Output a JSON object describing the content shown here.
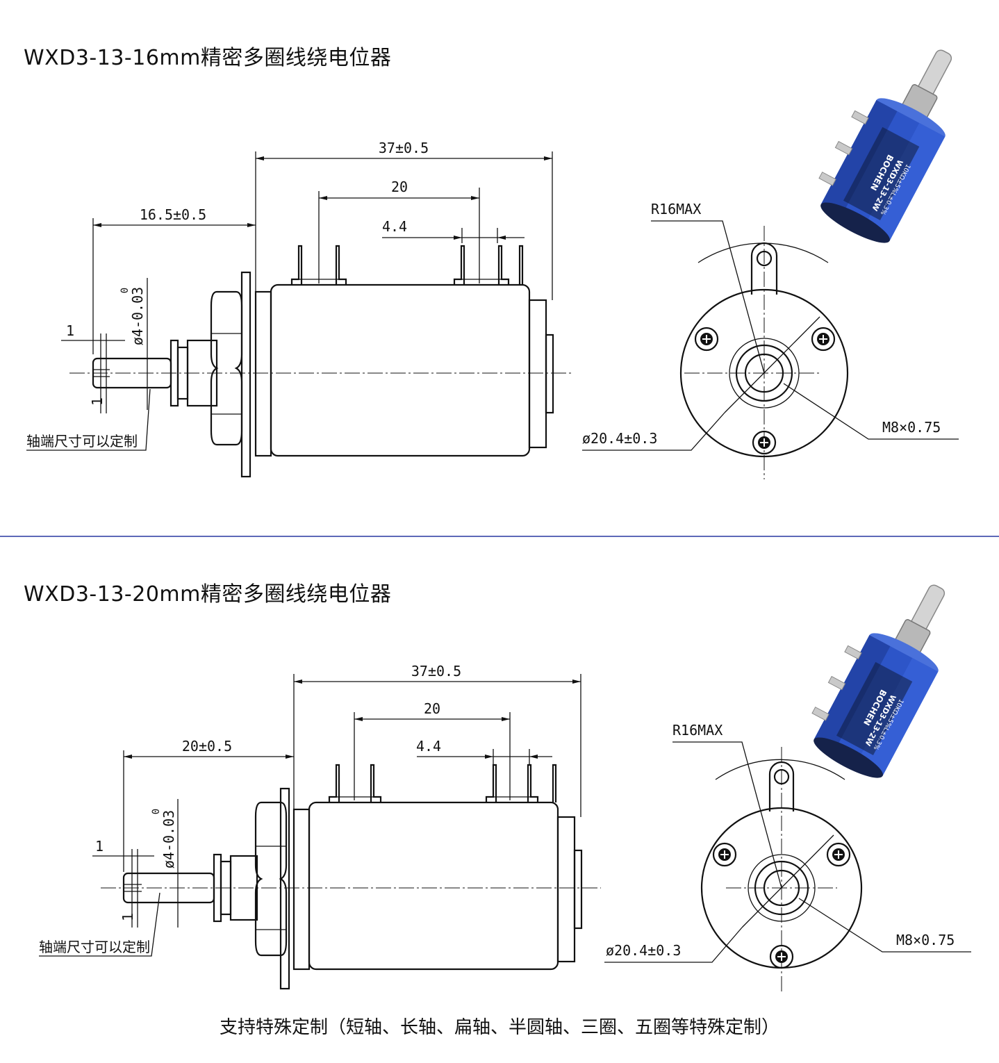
{
  "drawings": [
    {
      "title": "WXD3-13-16mm精密多圈线绕电位器",
      "dims": {
        "overall_length": "37±0.5",
        "pin_span": "20",
        "pin_width": "4.4",
        "shaft_length": "16.5±0.5",
        "shaft_diameter": "ø4-0.03",
        "shaft_tol_upper": "0",
        "slot_width": "1",
        "slot_depth": "1",
        "radius": "R16MAX",
        "body_diameter": "ø20.4±0.3",
        "thread": "M8×0.75"
      },
      "note": "轴端尺寸可以定制",
      "product_photo": {
        "labels": [
          "BOCHEN",
          "WXD3-13-2W",
          "10KΩ±5%L±0.3%"
        ],
        "colors": {
          "body": "#2d55c8",
          "dark": "#0f1c3d",
          "metal": "#c9c9c9"
        }
      }
    },
    {
      "title": "WXD3-13-20mm精密多圈线绕电位器",
      "dims": {
        "overall_length": "37±0.5",
        "pin_span": "20",
        "pin_width": "4.4",
        "shaft_length": "20±0.5",
        "shaft_diameter": "ø4-0.03",
        "shaft_tol_upper": "0",
        "slot_width": "1",
        "slot_depth": "1",
        "radius": "R16MAX",
        "body_diameter": "ø20.4±0.3",
        "thread": "M8×0.75"
      },
      "note": "轴端尺寸可以定制",
      "product_photo": {
        "labels": [
          "BOCHEN",
          "WXD3-13-2W",
          "10KΩ±5%L±0.3%"
        ],
        "colors": {
          "body": "#2d55c8",
          "dark": "#0f1c3d",
          "metal": "#c9c9c9"
        }
      }
    }
  ],
  "footer": "支持特殊定制（短轴、长轴、扁轴、半圆轴、三圈、五圈等特殊定制）",
  "divider_color": "#5d68b8"
}
